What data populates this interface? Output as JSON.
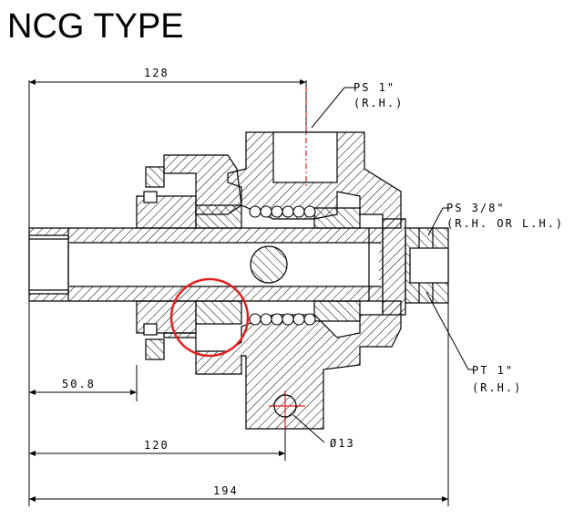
{
  "title": "NCG TYPE",
  "dimensions": {
    "d128": "128",
    "d50_8": "50.8",
    "d120": "120",
    "d194": "194",
    "d13": "Ø13"
  },
  "callouts": {
    "ps1_line1": "PS 1\"",
    "ps1_line2": "(R.H.)",
    "ps38_line1": "PS 3/8\"",
    "ps38_line2": "(R.H. OR L.H.)",
    "pt1_line1": "PT 1\"",
    "pt1_line2": "(R.H.)"
  },
  "colors": {
    "highlight_circle": "#e02020",
    "center_mark": "#e02020",
    "line": "#000000"
  }
}
